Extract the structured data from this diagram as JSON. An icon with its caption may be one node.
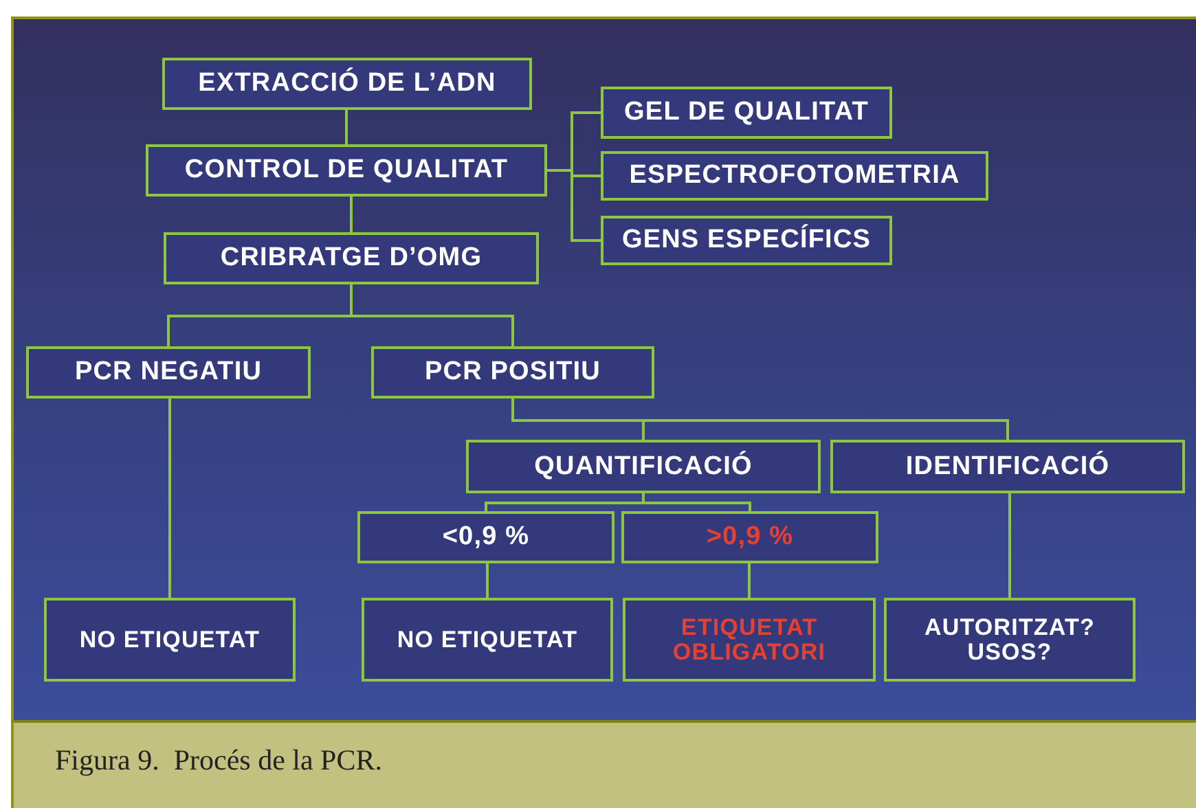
{
  "diagram": {
    "caption": "Figura 9.  Procés de la PCR.",
    "nodes": [
      {
        "text": [
          "EXTRACCIÓ DE L’ADN"
        ]
      },
      {
        "text": [
          "CONTROL DE QUALITAT"
        ]
      },
      {
        "text": [
          "GEL DE QUALITAT"
        ]
      },
      {
        "text": [
          "ESPECTROFOTOMETRIA"
        ]
      },
      {
        "text": [
          "GENS ESPECÍFICS"
        ]
      },
      {
        "text": [
          "CRIBRATGE D’OMG"
        ]
      },
      {
        "text": [
          "PCR NEGATIU"
        ]
      },
      {
        "text": [
          "PCR POSITIU"
        ]
      },
      {
        "text": [
          "QUANTIFICACIÓ"
        ]
      },
      {
        "text": [
          "IDENTIFICACIÓ"
        ]
      },
      {
        "text": [
          "<0,9 %"
        ]
      },
      {
        "text": [
          ">0,9 %"
        ]
      },
      {
        "text": [
          "NO ETIQUETAT"
        ]
      },
      {
        "text": [
          "NO ETIQUETAT"
        ]
      },
      {
        "text": [
          "ETIQUETAT OBLIGATORI"
        ]
      },
      {
        "text": [
          "AUTORITZAT? USOS?"
        ]
      }
    ],
    "edges": [
      {
        "from": 0,
        "to": 1,
        "arrow": "none"
      },
      {
        "from": 1,
        "to": 2,
        "arrow": "none"
      },
      {
        "from": 1,
        "to": 3,
        "arrow": "none"
      },
      {
        "from": 1,
        "to": 4,
        "arrow": "none"
      },
      {
        "from": 1,
        "to": 5,
        "arrow": "none"
      },
      {
        "from": 5,
        "to": 6,
        "arrow": "none"
      },
      {
        "from": 5,
        "to": 7,
        "arrow": "none"
      },
      {
        "from": 6,
        "to": 12,
        "arrow": "none"
      },
      {
        "from": 7,
        "to": 8,
        "arrow": "none"
      },
      {
        "from": 7,
        "to": 9,
        "arrow": "none"
      },
      {
        "from": 8,
        "to": 10,
        "arrow": "none"
      },
      {
        "from": 8,
        "to": 11,
        "arrow": "none"
      },
      {
        "from": 10,
        "to": 13,
        "arrow": "none"
      },
      {
        "from": 11,
        "to": 14,
        "arrow": "none"
      },
      {
        "from": 9,
        "to": 15,
        "arrow": "none"
      }
    ]
  }
}
